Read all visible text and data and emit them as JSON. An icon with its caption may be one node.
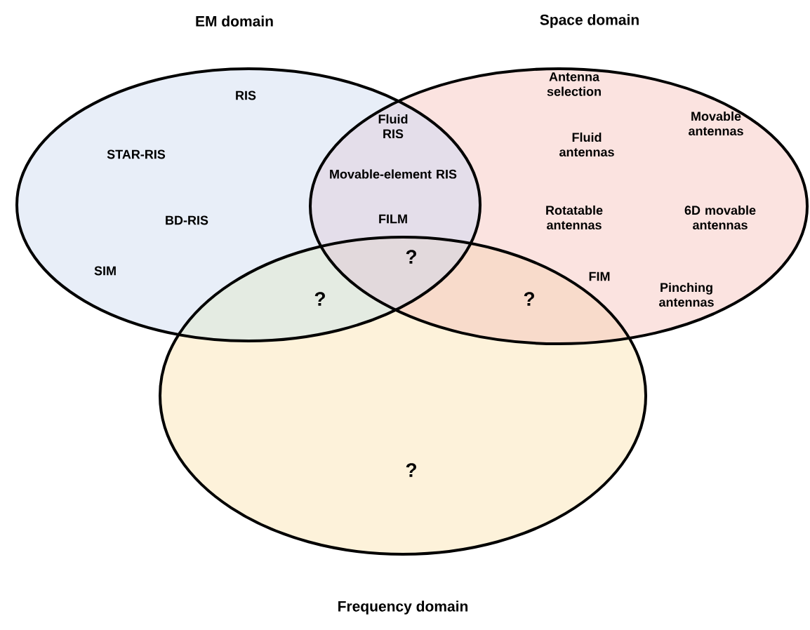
{
  "diagram": {
    "nodes": [
      {
        "text": [
          "EM domain"
        ]
      },
      {
        "text": [
          "Space domain"
        ]
      },
      {
        "text": [
          "Frequency domain"
        ]
      }
    ],
    "labels": [
      "RIS",
      "STAR-RIS",
      "Fluid RIS",
      "Antenna selection",
      "Movable-element RIS",
      "Fluid antennas",
      "Movable antennas",
      "BD-RIS",
      "Rotatable antennas",
      "6D movable antennas",
      "FILM",
      "SIM",
      "FIM",
      "Pinching antennas",
      "?",
      "?",
      "?",
      "?"
    ]
  }
}
